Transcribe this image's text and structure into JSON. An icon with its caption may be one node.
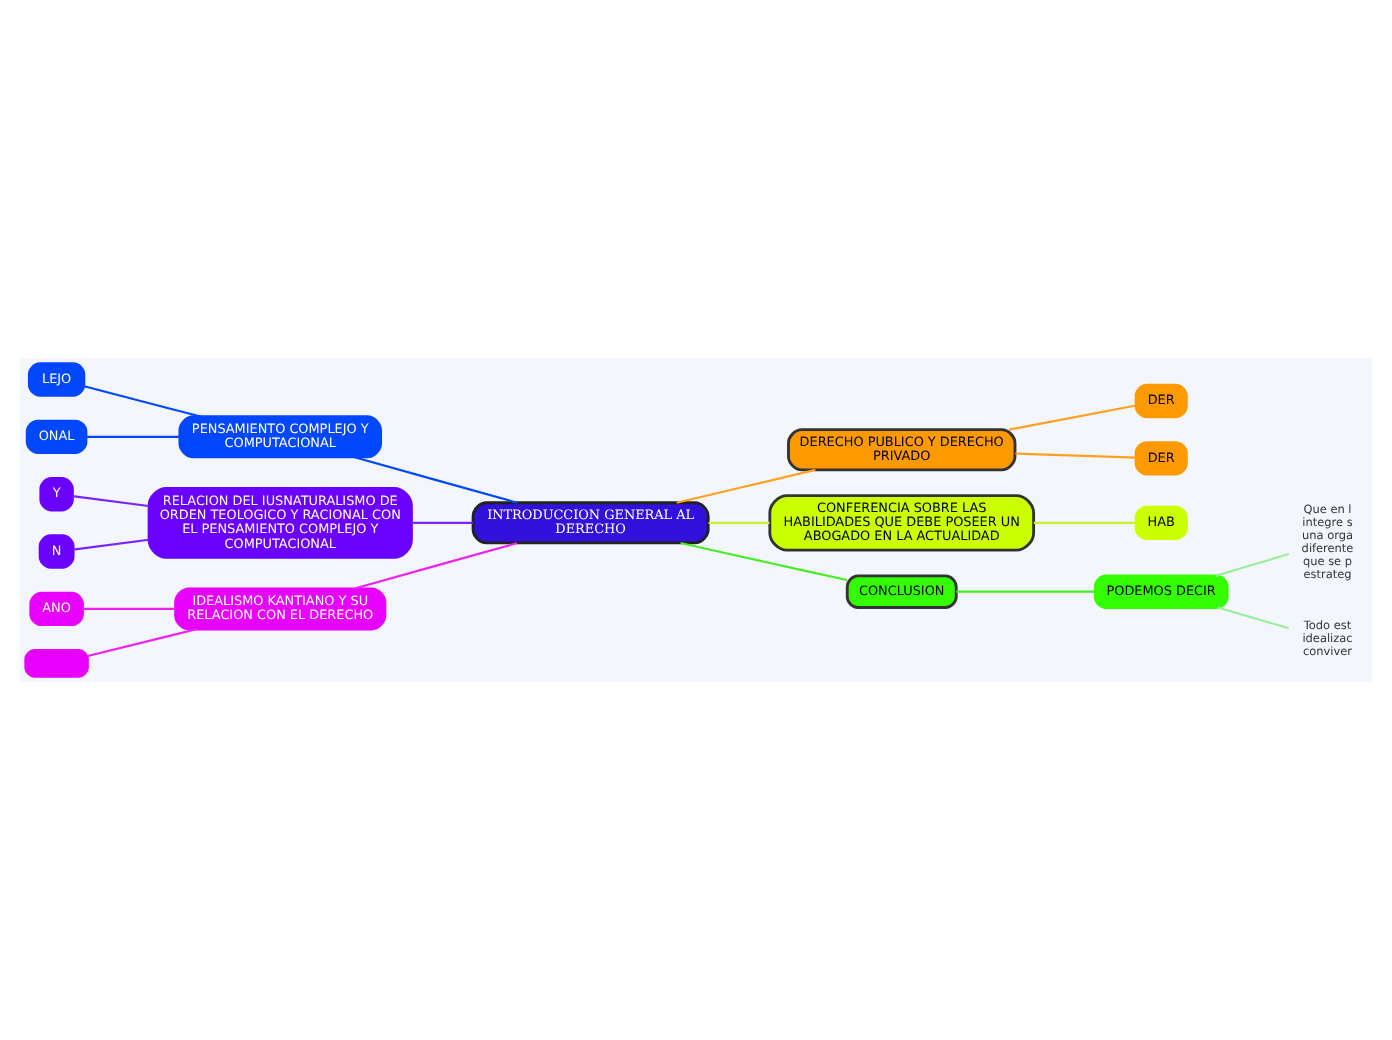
{
  "diagram": {
    "nodes": [
      {
        "text": [
          "INTRODUCCION GENERAL AL DERECHO"
        ]
      },
      {
        "text": [
          "PENSAMIENTO COMPLEJO Y COMPUTACIONAL"
        ]
      },
      {
        "text": [
          "LEJO"
        ]
      },
      {
        "text": [
          "ONAL"
        ]
      },
      {
        "text": [
          "RELACION DEL IUSNATURALISMO DE ORDEN TEOLOGICO Y RACIONAL CON EL PENSAMIENTO COMPLEJO Y COMPUTACIONAL"
        ]
      },
      {
        "text": [
          "Y"
        ]
      },
      {
        "text": [
          "N"
        ]
      },
      {
        "text": [
          "IDEALISMO KANTIANO Y SU RELACION CON EL DERECHO"
        ]
      },
      {
        "text": [
          "ANO"
        ]
      },
      {
        "text": [],
        "shape": "box"
      },
      {
        "text": [
          "DERECHO PUBLICO Y DERECHO PRIVADO"
        ]
      },
      {
        "text": [
          "DER"
        ]
      },
      {
        "text": [
          "DER"
        ]
      },
      {
        "text": [
          "CONFERENCIA SOBRE LAS HABILIDADES QUE DEBE POSEER UN ABOGADO EN LA ACTUALIDAD"
        ]
      },
      {
        "text": [
          "HAB"
        ]
      },
      {
        "text": [
          "CONCLUSION"
        ]
      },
      {
        "text": [
          "PODEMOS DECIR"
        ]
      },
      {
        "text": [
          "Que en l integre s una orga diferente que se p estrateg"
        ]
      },
      {
        "text": [
          "Todo est idealizac conviver"
        ]
      }
    ],
    "edges": [
      {
        "from": 0,
        "to": 1,
        "arrow": "none",
        "color": "#0047ff"
      },
      {
        "from": 1,
        "to": 2,
        "arrow": "none",
        "color": "#0047ff"
      },
      {
        "from": 1,
        "to": 3,
        "arrow": "none",
        "color": "#0047ff"
      },
      {
        "from": 0,
        "to": 4,
        "arrow": "none",
        "color": "#7a22ff"
      },
      {
        "from": 4,
        "to": 5,
        "arrow": "none",
        "color": "#7a22ff"
      },
      {
        "from": 4,
        "to": 6,
        "arrow": "none",
        "color": "#7a22ff"
      },
      {
        "from": 0,
        "to": 7,
        "arrow": "none",
        "color": "#ee22ee"
      },
      {
        "from": 7,
        "to": 8,
        "arrow": "none",
        "color": "#ee22ee"
      },
      {
        "from": 7,
        "to": 9,
        "arrow": "none",
        "color": "#ee22ee"
      },
      {
        "from": 0,
        "to": 10,
        "arrow": "none",
        "color": "#ffa020"
      },
      {
        "from": 10,
        "to": 11,
        "arrow": "none",
        "color": "#ffa020"
      },
      {
        "from": 10,
        "to": 12,
        "arrow": "none",
        "color": "#ffa020"
      },
      {
        "from": 0,
        "to": 13,
        "arrow": "none",
        "color": "#ccee33"
      },
      {
        "from": 13,
        "to": 14,
        "arrow": "none",
        "color": "#ccee33"
      },
      {
        "from": 0,
        "to": 15,
        "arrow": "none",
        "color": "#44ee22"
      },
      {
        "from": 15,
        "to": 16,
        "arrow": "none",
        "color": "#44ee22"
      },
      {
        "from": 16,
        "to": 17,
        "arrow": "none",
        "color": "#99ee99"
      },
      {
        "from": 16,
        "to": 18,
        "arrow": "none",
        "color": "#99ee99"
      }
    ]
  }
}
